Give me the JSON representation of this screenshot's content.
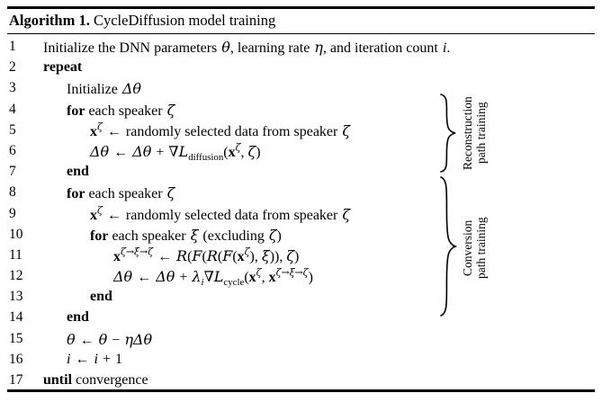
{
  "title": {
    "lead": "Algorithm 1.",
    "rest": " CycleDiffusion model training"
  },
  "lines": [
    {
      "num": "1",
      "indent": 1,
      "kind": "text"
    },
    {
      "num": "2",
      "indent": 1,
      "kind": "keyword",
      "keyword": "repeat"
    },
    {
      "num": "3",
      "indent": 2,
      "kind": "text"
    },
    {
      "num": "4",
      "indent": 2,
      "kind": "for"
    },
    {
      "num": "5",
      "indent": 3,
      "kind": "assign"
    },
    {
      "num": "6",
      "indent": 3,
      "kind": "math"
    },
    {
      "num": "7",
      "indent": 2,
      "kind": "keyword",
      "keyword": "end"
    },
    {
      "num": "8",
      "indent": 2,
      "kind": "for"
    },
    {
      "num": "9",
      "indent": 3,
      "kind": "assign"
    },
    {
      "num": "10",
      "indent": 3,
      "kind": "for"
    },
    {
      "num": "11",
      "indent": 4,
      "kind": "math"
    },
    {
      "num": "12",
      "indent": 4,
      "kind": "math"
    },
    {
      "num": "13",
      "indent": 3,
      "kind": "keyword",
      "keyword": "end"
    },
    {
      "num": "14",
      "indent": 2,
      "kind": "keyword",
      "keyword": "end"
    },
    {
      "num": "15",
      "indent": 2,
      "kind": "math"
    },
    {
      "num": "16",
      "indent": 2,
      "kind": "math"
    },
    {
      "num": "17",
      "indent": 1,
      "kind": "until"
    }
  ],
  "text": {
    "line1_a": "Initialize the DNN parameters",
    "line1_theta": "θ",
    "line1_b": ", learning rate",
    "line1_eta": "η",
    "line1_c": ", and iteration count",
    "line1_i": "i",
    "line1_d": ".",
    "line2_repeat": "repeat",
    "line3_a": "Initialize",
    "line3_dtheta": "Δθ",
    "line4_for": "for",
    "line4_a": " each speaker",
    "line4_zeta": "ζ",
    "line5_x": "x",
    "line5_xsup": "ζ",
    "line5_arrow": "←",
    "line5_a": "randomly selected data from speaker",
    "line5_zeta": "ζ",
    "line6_lhs": "Δθ",
    "line6_arrow": "←",
    "line6_t1": "Δθ",
    "line6_plus": "+",
    "line6_nabla": "∇",
    "line6_L": "L",
    "line6_Lsub": "diffusion",
    "line6_open": "(",
    "line6_x": "x",
    "line6_xsup": "ζ",
    "line6_comma": ", ",
    "line6_zeta": "ζ",
    "line6_close": ")",
    "line7_end": "end",
    "line8_for": "for",
    "line8_a": " each speaker",
    "line8_zeta": "ζ",
    "line9_x": "x",
    "line9_xsup": "ζ",
    "line9_arrow": "←",
    "line9_a": "randomly selected data from speaker",
    "line9_zeta": "ζ",
    "line10_for": "for",
    "line10_a": " each speaker",
    "line10_xi": "ξ",
    "line10_b": "(excluding",
    "line10_zeta": "ζ",
    "line10_c": ")",
    "line11_x": "x",
    "line11_xsup": "ζ→ξ→ζ",
    "line11_arrow": "←",
    "line11_R1": "R",
    "line11_open1": "(",
    "line11_F1": "F",
    "line11_open2": "(",
    "line11_R2": "R",
    "line11_open3": "(",
    "line11_F2": "F",
    "line11_open4": "(",
    "line11_x2": "x",
    "line11_x2sup": "ζ",
    "line11_close4": ")",
    "line11_comma1": ", ",
    "line11_xi": "ξ",
    "line11_close3": ")",
    "line11_close2": ")",
    "line11_comma2": ", ",
    "line11_zeta": "ζ",
    "line11_close1": ")",
    "line12_lhs": "Δθ",
    "line12_arrow": "←",
    "line12_t1": "Δθ",
    "line12_plus": "+",
    "line12_lambda": "λ",
    "line12_lambdasub": "i",
    "line12_nabla": "∇",
    "line12_L": "L",
    "line12_Lsub": "cycle",
    "line12_open": "(",
    "line12_x1": "x",
    "line12_x1sup": "ζ",
    "line12_comma": ", ",
    "line12_x2": "x",
    "line12_x2sup": "ζ→ξ→ζ",
    "line12_close": ")",
    "line13_end": "end",
    "line14_end": "end",
    "line15_theta": "θ",
    "line15_arrow": "←",
    "line15_theta2": "θ",
    "line15_minus": "−",
    "line15_eta": "η",
    "line15_dtheta": "Δθ",
    "line16_i": "i",
    "line16_arrow": "←",
    "line16_i2": "i",
    "line16_plus": "+",
    "line16_one": "1",
    "line17_until": "until",
    "line17_a": " convergence"
  },
  "annotations": [
    {
      "line1": "Reconstruction",
      "line2": "path training"
    },
    {
      "line1": "Conversion",
      "line2": "path training"
    }
  ]
}
